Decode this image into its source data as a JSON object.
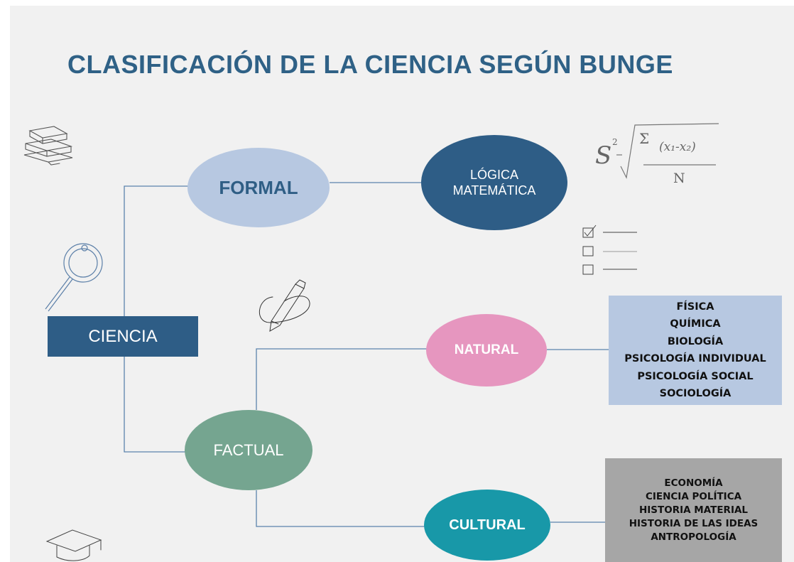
{
  "title": "CLASIFICACIÓN DE LA CIENCIA SEGÚN BUNGE",
  "nodes": {
    "ciencia": "CIENCIA",
    "formal": "FORMAL",
    "logica_line1": "LÓGICA",
    "logica_line2": "MATEMÁTICA",
    "natural": "NATURAL",
    "factual": "FACTUAL",
    "cultural": "CULTURAL"
  },
  "natural_sciences": [
    "FÍSICA",
    "QUÍMICA",
    "BIOLOGÍA",
    "PSICOLOGÍA INDIVIDUAL",
    "PSICOLOGÍA SOCIAL",
    "SOCIOLOGÍA"
  ],
  "cultural_sciences": [
    "ECONOMÍA",
    "CIENCIA POLÍTICA",
    "HISTORIA MATERIAL",
    "HISTORIA DE LAS IDEAS",
    "ANTROPOLOGÍA"
  ],
  "formula": {
    "s": "S",
    "exp": "2",
    "sum": "Σ",
    "numerator": "(x₁-x₂)",
    "denominator": "N"
  },
  "doodles": [
    "books-icon",
    "magnifier-icon",
    "pencil-icon",
    "checklist-icon",
    "graduation-cap-icon",
    "formula-icon"
  ],
  "colors": {
    "title": "#2f6186",
    "ciencia": "#2e5d86",
    "formal": "#b7c8e1",
    "logica": "#2e5d86",
    "natural": "#e696bf",
    "factual": "#75a590",
    "cultural": "#1898a8",
    "natural_box": "#b7c8e1",
    "cultural_box": "#a6a6a6",
    "connector": "#5b84ad"
  }
}
